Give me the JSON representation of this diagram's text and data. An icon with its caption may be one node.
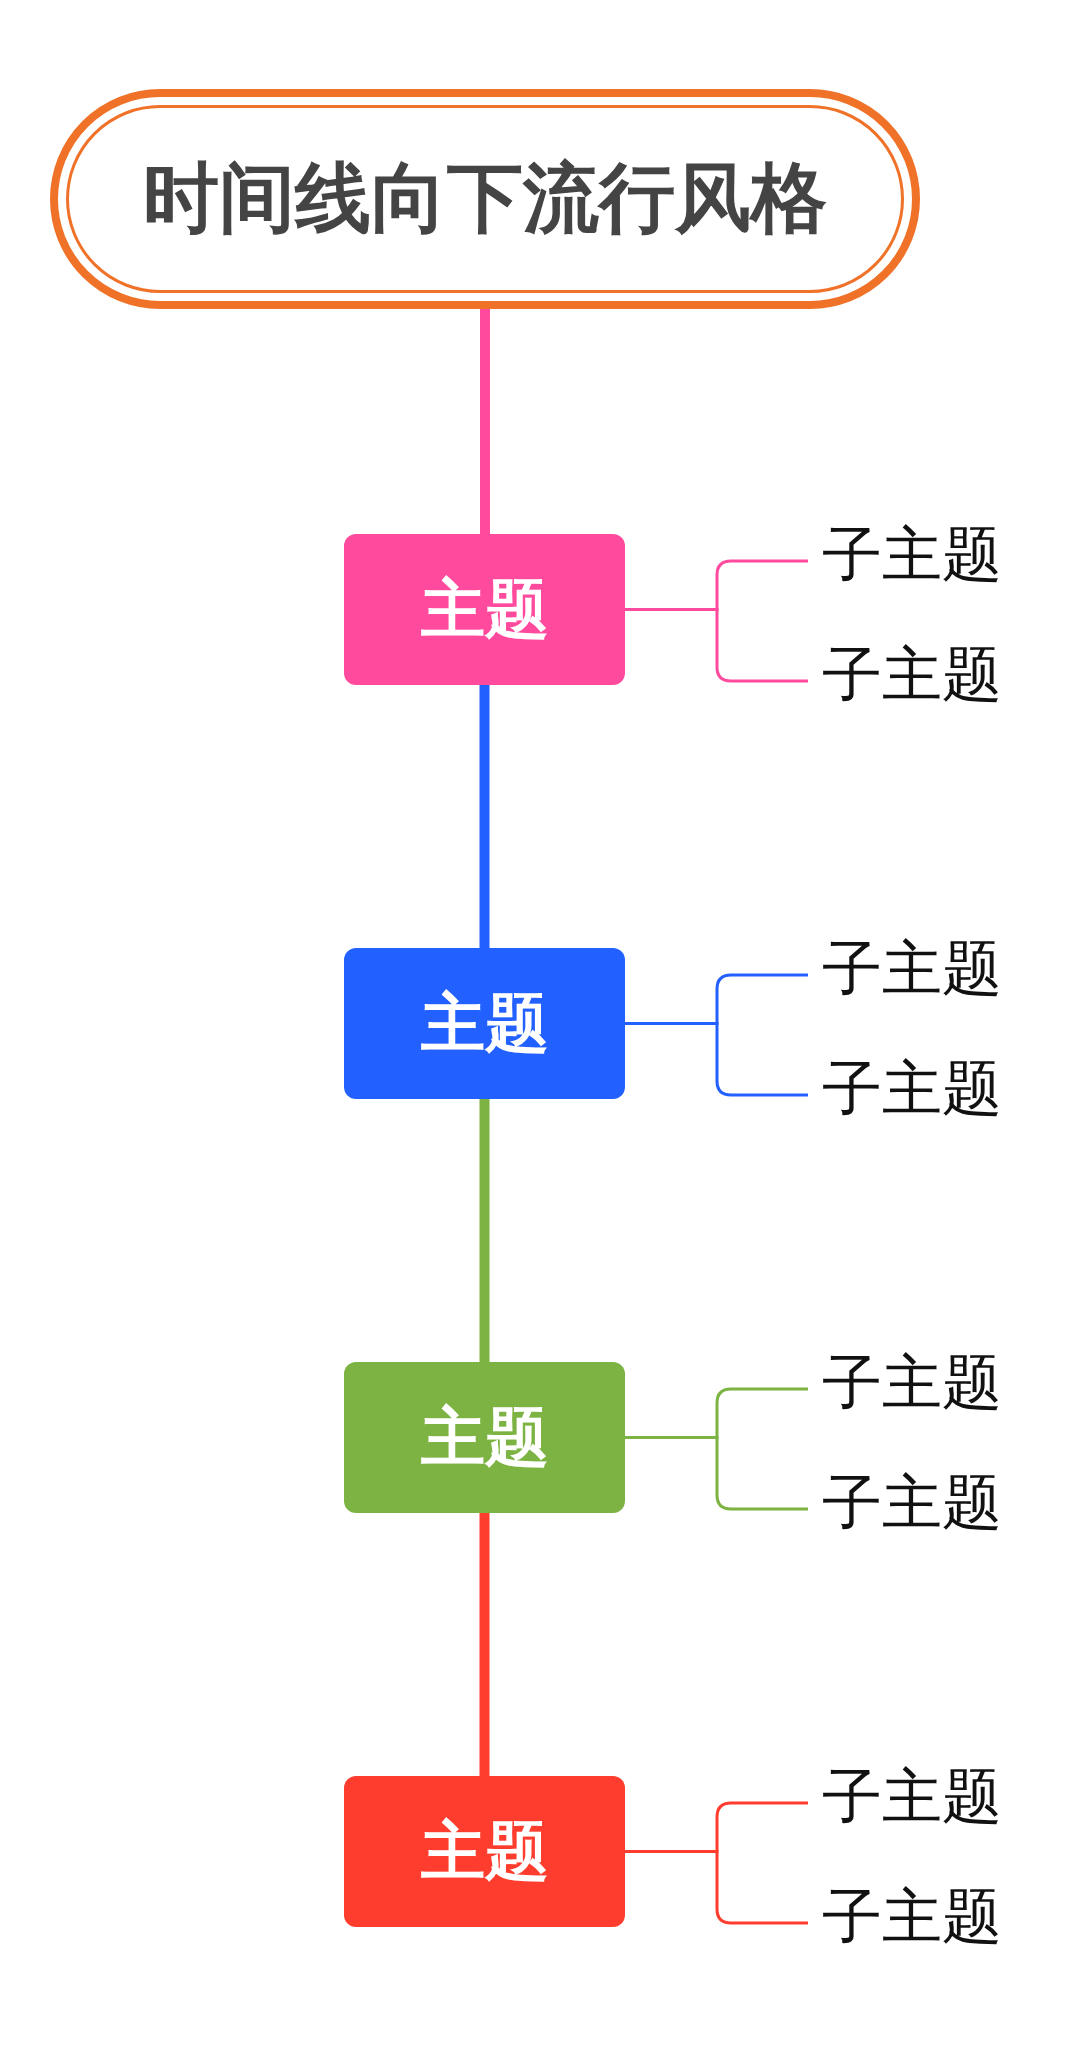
{
  "diagram": {
    "nodes": [
      {
        "text": [
          "时间线向下流行风格"
        ]
      },
      {
        "text": [
          "主题"
        ]
      },
      {
        "text": [
          "子主题"
        ]
      },
      {
        "text": [
          "子主题"
        ]
      },
      {
        "text": [
          "主题"
        ]
      },
      {
        "text": [
          "子主题"
        ]
      },
      {
        "text": [
          "子主题"
        ]
      },
      {
        "text": [
          "主题"
        ]
      },
      {
        "text": [
          "子主题"
        ]
      },
      {
        "text": [
          "子主题"
        ]
      },
      {
        "text": [
          "主题"
        ]
      },
      {
        "text": [
          "子主题"
        ]
      },
      {
        "text": [
          "子主题"
        ]
      }
    ],
    "edges": [
      {
        "from": 0,
        "to": 1,
        "arrow": "none",
        "style": "thick",
        "color": "#ff4a9e"
      },
      {
        "from": 1,
        "to": 2,
        "arrow": "none",
        "color": "#ff4a9e"
      },
      {
        "from": 1,
        "to": 3,
        "arrow": "none",
        "color": "#ff4a9e"
      },
      {
        "from": 1,
        "to": 4,
        "arrow": "none",
        "style": "thick",
        "color": "#2261ff"
      },
      {
        "from": 4,
        "to": 5,
        "arrow": "none",
        "color": "#2261ff"
      },
      {
        "from": 4,
        "to": 6,
        "arrow": "none",
        "color": "#2261ff"
      },
      {
        "from": 4,
        "to": 7,
        "arrow": "none",
        "style": "thick",
        "color": "#7db343"
      },
      {
        "from": 7,
        "to": 8,
        "arrow": "none",
        "color": "#7db343"
      },
      {
        "from": 7,
        "to": 9,
        "arrow": "none",
        "color": "#7db343"
      },
      {
        "from": 7,
        "to": 10,
        "arrow": "none",
        "style": "thick",
        "color": "#ff3d2e"
      },
      {
        "from": 10,
        "to": 11,
        "arrow": "none",
        "color": "#ff3d2e"
      },
      {
        "from": 10,
        "to": 12,
        "arrow": "none",
        "color": "#ff3d2e"
      }
    ]
  }
}
